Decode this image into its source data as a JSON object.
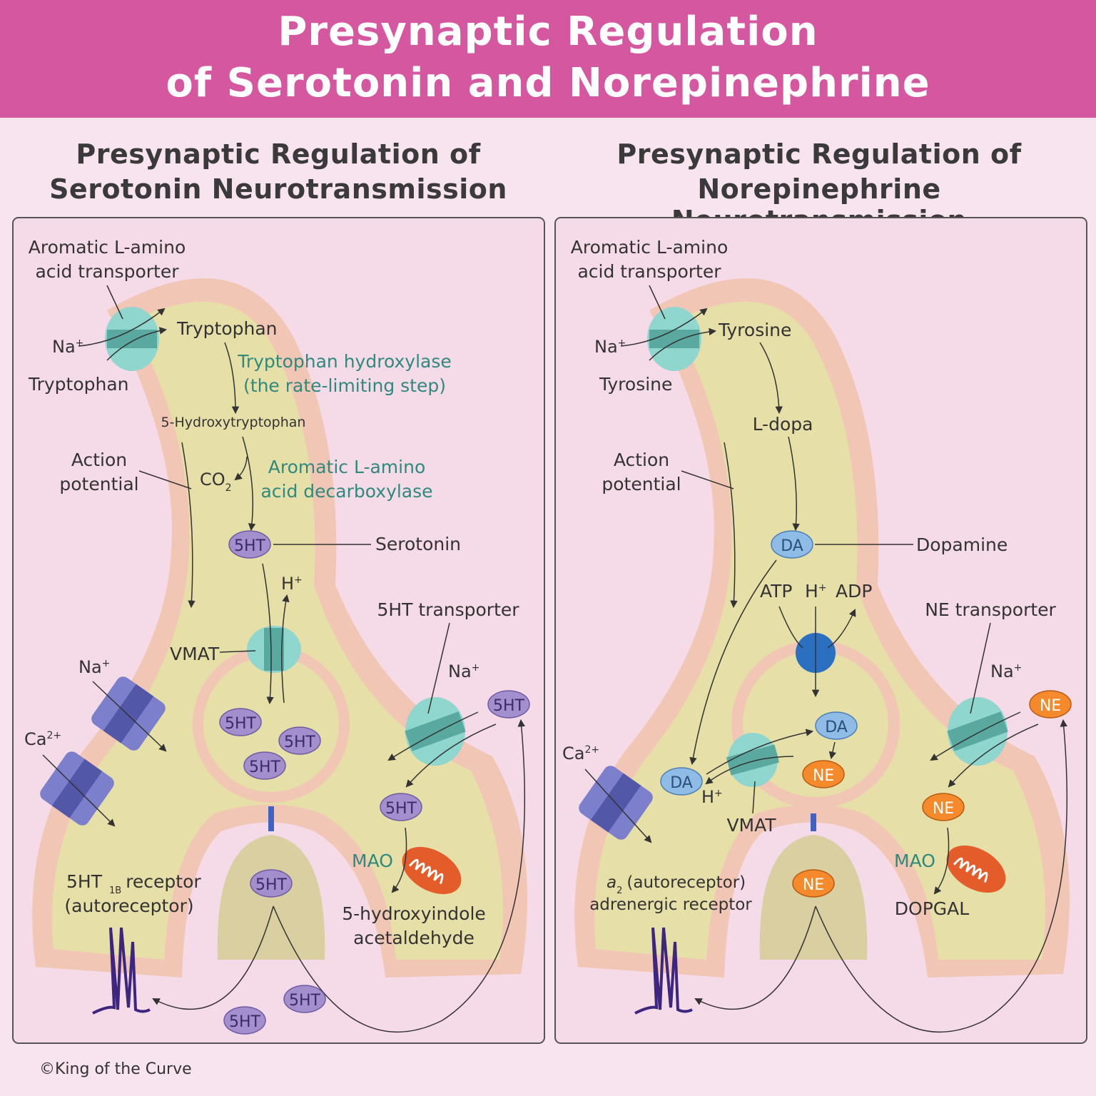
{
  "header": {
    "title_line1": "Presynaptic Regulation",
    "title_line2": "of Serotonin and Norepinephrine"
  },
  "left": {
    "title_line1": "Presynaptic Regulation of",
    "title_line2": "Serotonin Neurotransmission",
    "aa_transporter_1": "Aromatic L-amino",
    "aa_transporter_2": "acid transporter",
    "na_in": "Na",
    "sup_plus": "+",
    "precursor_outside": "Tryptophan",
    "precursor_inside": "Tryptophan",
    "enzyme1_line1": "Tryptophan hydroxylase",
    "enzyme1_line2": "(the rate-limiting step)",
    "intermediate": "5-Hydroxytryptophan",
    "co2": "CO",
    "co2_sub": "2",
    "action_1": "Action",
    "action_2": "potential",
    "enzyme2_line1": "Aromatic L-amino",
    "enzyme2_line2": "acid decarboxylase",
    "nt_short": "5HT",
    "nt_long": "Serotonin",
    "h_plus": "H",
    "vmat": "VMAT",
    "transporter_label": "5HT transporter",
    "na_channel": "Na",
    "ca_channel": "Ca",
    "ca_sup": "2+",
    "na_transporter": "Na",
    "mao": "MAO",
    "metabolite_1": "5-hydroxyindole",
    "metabolite_2": "acetaldehyde",
    "autoreceptor_1a": "5HT",
    "autoreceptor_1sub": "1B",
    "autoreceptor_1b": "receptor",
    "autoreceptor_2": "(autoreceptor)"
  },
  "right": {
    "title_line1": "Presynaptic Regulation of",
    "title_line2": "Norepinephrine Neurotransmission",
    "aa_transporter_1": "Aromatic L-amino",
    "aa_transporter_2": "acid transporter",
    "na_in": "Na",
    "sup_plus": "+",
    "precursor_outside": "Tyrosine",
    "precursor_inside": "Tyrosine",
    "intermediate": "L-dopa",
    "action_1": "Action",
    "action_2": "potential",
    "da_short": "DA",
    "da_long": "Dopamine",
    "atp": "ATP",
    "h_plus": "H",
    "adp": "ADP",
    "ne_short": "NE",
    "vmat": "VMAT",
    "transporter_label": "NE transporter",
    "na_transporter": "Na",
    "ca_channel": "Ca",
    "ca_sup": "2+",
    "mao": "MAO",
    "metabolite": "DOPGAL",
    "autoreceptor_alpha": "a",
    "autoreceptor_alpha_sub": "2",
    "autoreceptor_1": "(autoreceptor)",
    "autoreceptor_2": "adrenergic receptor"
  },
  "footer": {
    "copyright": "©King of the Curve"
  },
  "colors": {
    "banner": "#d4579f",
    "background": "#f8e4ee",
    "panel": "#f5dae8",
    "neuron_fill": "#e6dfa8",
    "membrane": "#f2c6b4",
    "serotonin": "#a48fce",
    "dopamine": "#8fbce6",
    "norepinephrine": "#f58a2c",
    "transporter": "#8fd6cf",
    "channel": "#7b7fcc",
    "enzyme_text": "#2f8a7e",
    "mitochondria": "#e35c2a",
    "receptor": "#3d2680"
  }
}
